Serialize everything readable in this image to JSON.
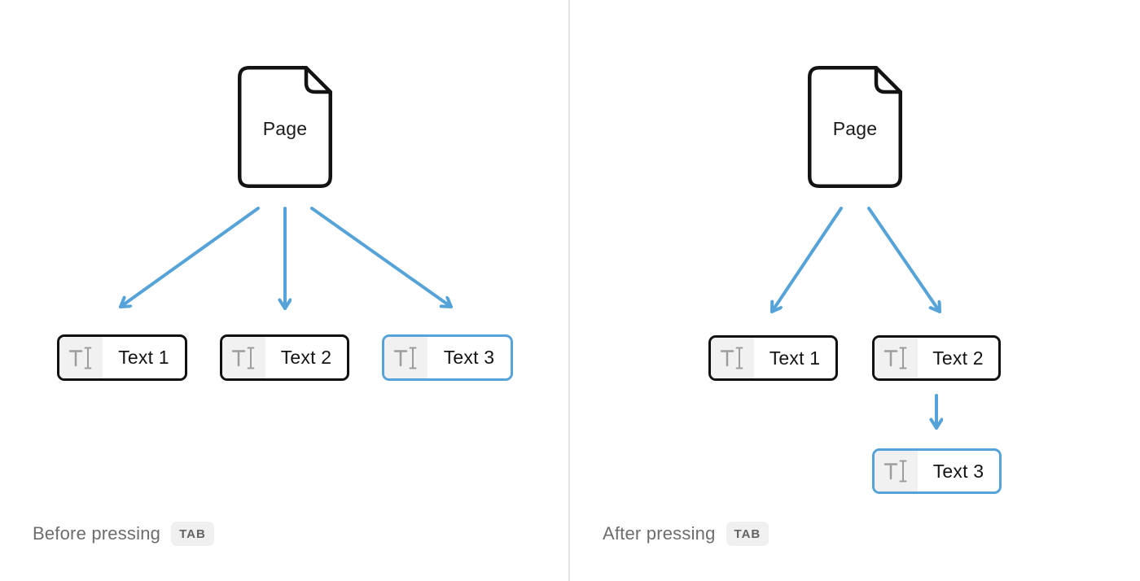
{
  "colors": {
    "accent_blue": "#55A3D8",
    "block_border": "#111111",
    "chip_bg": "#f1f1f1",
    "caption_text": "#6d6d6d",
    "key_badge_bg": "#f0f0f0",
    "key_badge_text": "#636363",
    "divider": "#e3e3e3"
  },
  "left_panel": {
    "page_label": "Page",
    "blocks": [
      {
        "label": "Text 1",
        "icon": "text-cursor-icon",
        "highlighted": false
      },
      {
        "label": "Text 2",
        "icon": "text-cursor-icon",
        "highlighted": false
      },
      {
        "label": "Text 3",
        "icon": "text-cursor-icon",
        "highlighted": true
      }
    ],
    "caption_text": "Before pressing",
    "caption_key": "TAB"
  },
  "right_panel": {
    "page_label": "Page",
    "blocks": [
      {
        "label": "Text 1",
        "icon": "text-cursor-icon",
        "highlighted": false
      },
      {
        "label": "Text 2",
        "icon": "text-cursor-icon",
        "highlighted": false
      },
      {
        "label": "Text 3",
        "icon": "text-cursor-icon",
        "highlighted": true
      }
    ],
    "caption_text": "After pressing",
    "caption_key": "TAB"
  }
}
